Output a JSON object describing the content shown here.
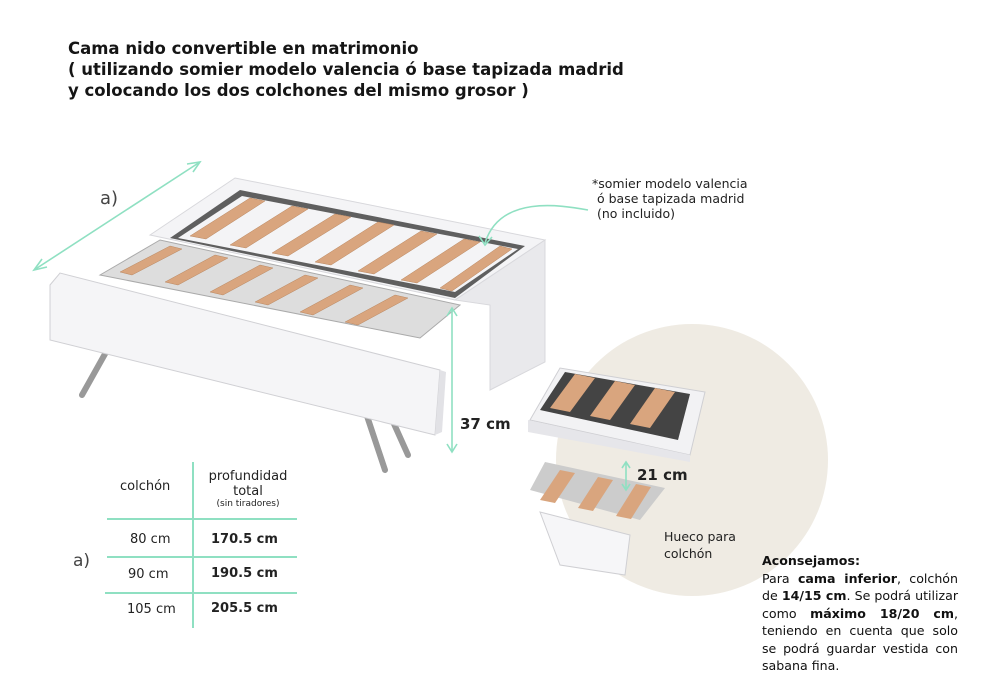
{
  "title": {
    "line1": "Cama nido convertible en matrimonio",
    "line2": "( utilizando somier modelo valencia ó base tapizada madrid",
    "line3": "y colocando los dos colchones del mismo grosor )"
  },
  "diagram": {
    "dimension_label_top": "a)",
    "note_line1": "*somier modelo valencia",
    "note_line2": "ó base tapizada madrid",
    "note_line3": "(no incluido)",
    "height_label": "37 cm",
    "detail_height_label": "21 cm",
    "detail_caption_line1": "Hueco para",
    "detail_caption_line2": "colchón",
    "colors": {
      "accent": "#8fe0c2",
      "detail_bg": "#efebe3",
      "slat": "#d9a57e",
      "frame": "#f2f2f4"
    }
  },
  "table": {
    "row_label": "a)",
    "headers": {
      "col1": "colchón",
      "col2_line1": "profundidad",
      "col2_line2": "total",
      "col2_note": "(sin tiradores)"
    },
    "rows": [
      {
        "mattress": "80 cm",
        "depth": "170.5 cm"
      },
      {
        "mattress": "90 cm",
        "depth": "190.5 cm"
      },
      {
        "mattress": "105 cm",
        "depth": "205.5 cm"
      }
    ]
  },
  "advice": {
    "heading": "Aconsejamos:",
    "t1": "Para ",
    "b1": "cama inferior",
    "t2": ", colchón de ",
    "b2": "14/15 cm",
    "t3": ". Se podrá utilizar como ",
    "b3": "máximo 18/20 cm",
    "t4": ", teniendo en cuenta que solo se podrá guardar vestida con sabana fina."
  }
}
